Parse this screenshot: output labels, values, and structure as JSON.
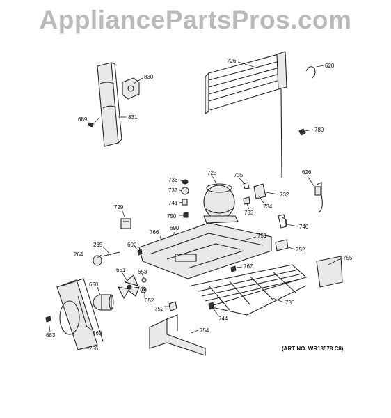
{
  "watermark": "AppliancePartsPros.com",
  "art_number": "(ART NO. WR18578 C8)",
  "labels": {
    "p830": "830",
    "p689": "689",
    "p831": "831",
    "p726": "726",
    "p620": "620",
    "p780": "780",
    "p725": "725",
    "p735": "735",
    "p736": "736",
    "p737": "737",
    "p732": "732",
    "p626": "626",
    "p741": "741",
    "p734": "734",
    "p733": "733",
    "p750": "750",
    "p729": "729",
    "p690": "690",
    "p766": "766",
    "p740": "740",
    "p751": "751",
    "p265": "265",
    "p602": "602",
    "p752a": "752",
    "p264": "264",
    "p755": "755",
    "p651": "651",
    "p767": "767",
    "p653": "653",
    "p650": "650",
    "p652": "652",
    "p730": "730",
    "p752b": "752",
    "p744": "744",
    "p760": "760",
    "p754": "754",
    "p683": "683",
    "p756": "756"
  }
}
